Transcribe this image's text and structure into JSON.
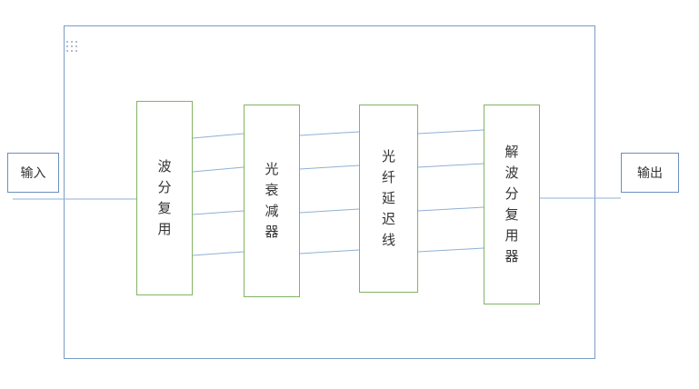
{
  "diagram": {
    "input_label": "输入",
    "output_label": "输出",
    "blocks": [
      {
        "label": "波分复用"
      },
      {
        "label": "光衰减器"
      },
      {
        "label": "光纤延迟线"
      },
      {
        "label": "解波分复用器"
      }
    ],
    "colors": {
      "container_border": "#7a9cc8",
      "io_border": "#6c8ebf",
      "block_border": "#82b366",
      "connector": "#8fb0d4",
      "text": "#333333"
    }
  }
}
